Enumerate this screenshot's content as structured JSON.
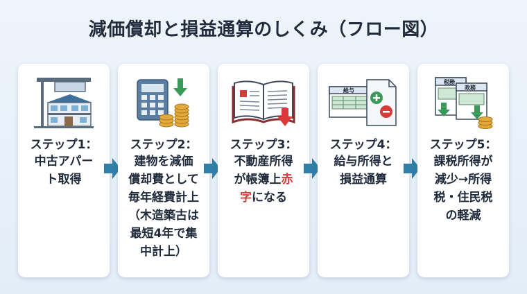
{
  "title": "減価償却と損益通算のしくみ（フロー図）",
  "steps": [
    {
      "label": "ステップ1：",
      "lines": [
        "中古アパー",
        "ト取得"
      ]
    },
    {
      "label": "ステップ2：",
      "lines": [
        "建物を減価",
        "償却費として",
        "毎年経費計上",
        "（木造築古は",
        "最短4年で集",
        "中計上）"
      ]
    },
    {
      "label": "ステップ3：",
      "line1": "不動産所得",
      "line2": "が帳簿上",
      "line2_red": "赤",
      "line3_red": "字",
      "line3": "になる"
    },
    {
      "label": "ステップ4：",
      "lines": [
        "給与所得と",
        "損益通算"
      ]
    },
    {
      "label": "ステップ5：",
      "lines": [
        "課税所得が",
        "減少→所得",
        "税・住民税",
        "の軽減"
      ]
    }
  ],
  "icons": {
    "doc_kyuyo": "給与",
    "doc_zeimu1": "税務",
    "doc_zeimu2": "政務"
  },
  "colors": {
    "arrow": "#2f7fa6",
    "accent_red": "#d93b3b",
    "text": "#1f2a3a"
  }
}
